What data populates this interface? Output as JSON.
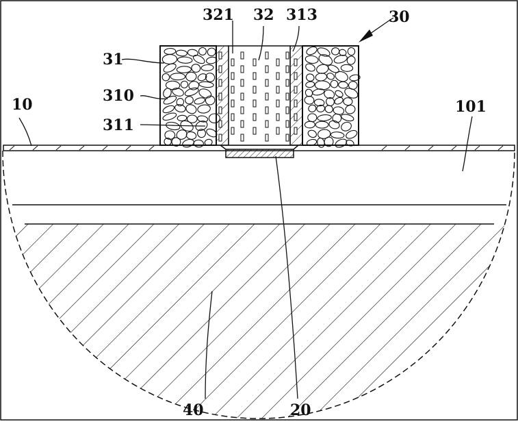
{
  "labels": {
    "l30": "30",
    "l321": "321",
    "l32": "32",
    "l313": "313",
    "l31": "31",
    "l310": "310",
    "l10": "10",
    "l101": "101",
    "l311": "311",
    "l40": "40",
    "l20": "20"
  },
  "colors": {
    "line": "#111111",
    "background": "#ffffff"
  }
}
